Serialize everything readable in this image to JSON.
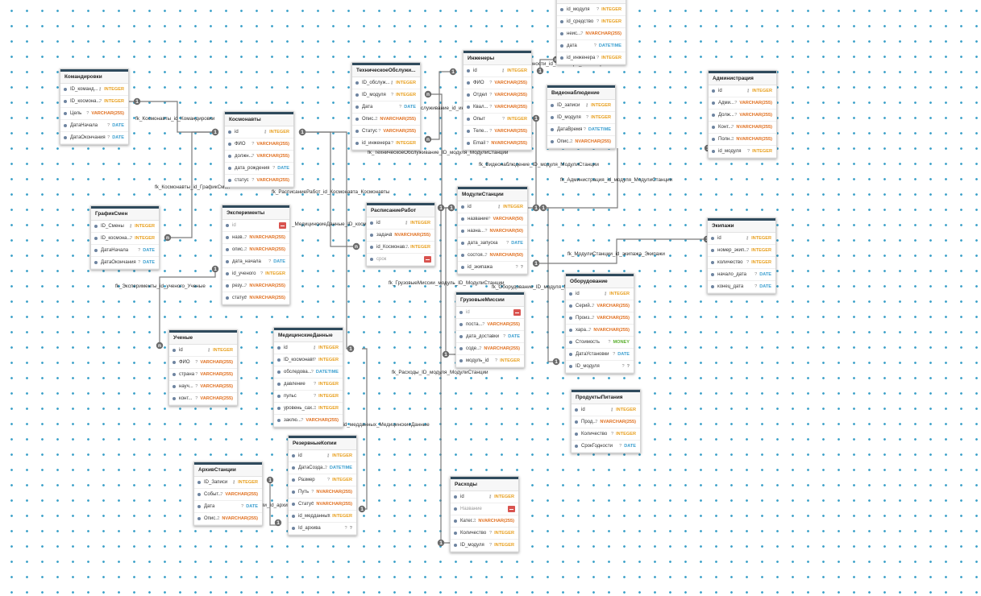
{
  "type_colors": {
    "INTEGER": "#e8a020",
    "VARCHAR": "#e07020",
    "NVARCHAR": "#e07020",
    "DATE": "#3ea0d0",
    "DATETIME": "#3ea0d0",
    "MONEY": "#5cb030",
    "unknown": "#888888"
  },
  "tables": [
    {
      "id": "komandirovki",
      "title": "Командировки",
      "rows": [
        {
          "name": "ID_команд...",
          "type": "INTEGER",
          "key": "pk"
        },
        {
          "name": "ID_космона...",
          "type": "INTEGER",
          "key": "fk"
        },
        {
          "name": "Цель",
          "type": "VARCHAR(255)",
          "key": "fk"
        },
        {
          "name": "ДатаНачала",
          "type": "DATE",
          "key": "fk"
        },
        {
          "name": "ДатаОкончания",
          "type": "DATE",
          "key": "fk"
        }
      ]
    },
    {
      "id": "kosmonavty",
      "title": "Космонавты",
      "rows": [
        {
          "name": "id",
          "type": "INTEGER",
          "key": "pk"
        },
        {
          "name": "ФИО",
          "type": "VARCHAR(255)",
          "key": "fk"
        },
        {
          "name": "должн...",
          "type": "VARCHAR(255)",
          "key": "fk"
        },
        {
          "name": "дата_рождения",
          "type": "DATE",
          "key": "fk"
        },
        {
          "name": "статус",
          "type": "VARCHAR(255)",
          "key": "fk"
        }
      ]
    },
    {
      "id": "grafiksmen",
      "title": "ГрафикСмен",
      "rows": [
        {
          "name": "ID_Смены",
          "type": "INTEGER",
          "key": "pk"
        },
        {
          "name": "ID_космона...",
          "type": "INTEGER",
          "key": "fk"
        },
        {
          "name": "ДатаНачала",
          "type": "DATE",
          "key": "fk"
        },
        {
          "name": "ДатаОкончания",
          "type": "DATE",
          "key": "fk"
        }
      ]
    },
    {
      "id": "eksperimenty",
      "title": "Эксперименты",
      "rows": [
        {
          "name": "id",
          "type": "",
          "key": "",
          "minus": true,
          "dim": true
        },
        {
          "name": "назв...",
          "type": "NVARCHAR(255)",
          "key": "fk"
        },
        {
          "name": "опис...",
          "type": "NVARCHAR(255)",
          "key": "fk"
        },
        {
          "name": "дата_начала",
          "type": "DATE",
          "key": "fk"
        },
        {
          "name": "id_ученого",
          "type": "INTEGER",
          "key": "fk"
        },
        {
          "name": "резу...",
          "type": "NVARCHAR(255)",
          "key": "fk"
        },
        {
          "name": "статус",
          "type": "NVARCHAR(255)",
          "key": "fk"
        }
      ]
    },
    {
      "id": "uchenye",
      "title": "Ученые",
      "rows": [
        {
          "name": "id",
          "type": "INTEGER",
          "key": "pk"
        },
        {
          "name": "ФИО",
          "type": "VARCHAR(255)",
          "key": "fk"
        },
        {
          "name": "страна",
          "type": "VARCHAR(255)",
          "key": "fk"
        },
        {
          "name": "науч...",
          "type": "VARCHAR(255)",
          "key": "fk"
        },
        {
          "name": "конт...",
          "type": "VARCHAR(255)",
          "key": "fk"
        }
      ]
    },
    {
      "id": "medicinskie",
      "title": "МедицинскиеДанные",
      "rows": [
        {
          "name": "id",
          "type": "INTEGER",
          "key": "pk"
        },
        {
          "name": "ID_космонавт",
          "type": "INTEGER",
          "key": "fk"
        },
        {
          "name": "обследова...",
          "type": "DATETIME",
          "key": "fk"
        },
        {
          "name": "давление",
          "type": "INTEGER",
          "key": "fk"
        },
        {
          "name": "пульс",
          "type": "INTEGER",
          "key": "fk"
        },
        {
          "name": "уровень_сах...",
          "type": "INTEGER",
          "key": "fk"
        },
        {
          "name": "заклю...",
          "type": "VARCHAR(255)",
          "key": "fk"
        }
      ]
    },
    {
      "id": "tehobsluzh",
      "title": "ТехническоеОбслужи...",
      "rows": [
        {
          "name": "ID_обслуж...",
          "type": "INTEGER",
          "key": "pk"
        },
        {
          "name": "ID_модуля",
          "type": "INTEGER",
          "key": "fk"
        },
        {
          "name": "Дата",
          "type": "DATE",
          "key": "fk"
        },
        {
          "name": "Опис...",
          "type": "NVARCHAR(255)",
          "key": "fk"
        },
        {
          "name": "Статус",
          "type": "VARCHAR(255)",
          "key": "fk"
        },
        {
          "name": "id_инженера",
          "type": "INTEGER",
          "key": "fk"
        }
      ]
    },
    {
      "id": "raspisanie",
      "title": "РасписаниеРабот",
      "rows": [
        {
          "name": "id",
          "type": "INTEGER",
          "key": "pk"
        },
        {
          "name": "задача",
          "type": "NVARCHAR(255)",
          "key": "fk"
        },
        {
          "name": "id_Космонав...",
          "type": "INTEGER",
          "key": "fk"
        },
        {
          "name": "срок",
          "type": "",
          "key": "",
          "minus": true,
          "dim": true
        }
      ]
    },
    {
      "id": "inzhenery",
      "title": "Инженеры",
      "rows": [
        {
          "name": "id",
          "type": "INTEGER",
          "key": "pk"
        },
        {
          "name": "ФИО",
          "type": "VARCHAR(255)",
          "key": "fk"
        },
        {
          "name": "Отдел",
          "type": "VARCHAR(255)",
          "key": "fk"
        },
        {
          "name": "Квал...",
          "type": "VARCHAR(255)",
          "key": "fk"
        },
        {
          "name": "Опыт",
          "type": "INTEGER",
          "key": "fk"
        },
        {
          "name": "Теле...",
          "type": "VARCHAR(255)",
          "key": "fk"
        },
        {
          "name": "Email",
          "type": "NVARCHAR(255)",
          "key": "fk"
        }
      ]
    },
    {
      "id": "ispolz",
      "title": "",
      "rows": [
        {
          "name": "id_модуля",
          "type": "INTEGER",
          "key": "fk"
        },
        {
          "name": "id_средство",
          "type": "INTEGER",
          "key": "fk"
        },
        {
          "name": "неис...",
          "type": "NVARCHAR(255)",
          "key": "fk"
        },
        {
          "name": "дата",
          "type": "DATETIME",
          "key": "fk"
        },
        {
          "name": "id_инженера",
          "type": "INTEGER",
          "key": "fk"
        }
      ]
    },
    {
      "id": "videonabl",
      "title": "Видеонаблюдение",
      "rows": [
        {
          "name": "ID_записи",
          "type": "INTEGER",
          "key": "pk"
        },
        {
          "name": "ID_модуля",
          "type": "INTEGER",
          "key": "fk"
        },
        {
          "name": "ДатаВремя",
          "type": "DATETIME",
          "key": "fk"
        },
        {
          "name": "Опис...",
          "type": "NVARCHAR(255)",
          "key": "fk"
        }
      ]
    },
    {
      "id": "administr",
      "title": "Администрация",
      "rows": [
        {
          "name": "id",
          "type": "INTEGER",
          "key": "pk"
        },
        {
          "name": "Адми...",
          "type": "VARCHAR(255)",
          "key": "fk"
        },
        {
          "name": "Долж...",
          "type": "VARCHAR(255)",
          "key": "fk"
        },
        {
          "name": "Конт...",
          "type": "NVARCHAR(255)",
          "key": "fk"
        },
        {
          "name": "Полн...",
          "type": "NVARCHAR(255)",
          "key": "fk"
        },
        {
          "name": "id_модуля",
          "type": "INTEGER",
          "key": "fk"
        }
      ]
    },
    {
      "id": "moduli",
      "title": "МодулиСтанции",
      "rows": [
        {
          "name": "id",
          "type": "INTEGER",
          "key": "pk"
        },
        {
          "name": "название",
          "type": "VARCHAR(50)",
          "key": "fk"
        },
        {
          "name": "назна...",
          "type": "NVARCHAR(50)",
          "key": "fk"
        },
        {
          "name": "дата_запуска",
          "type": "DATE",
          "key": "fk"
        },
        {
          "name": "состоя...",
          "type": "NVARCHAR(50)",
          "key": "fk"
        },
        {
          "name": "id_экипажа",
          "type": "?",
          "key": "fk"
        }
      ]
    },
    {
      "id": "ekipazhi",
      "title": "Экипажи",
      "rows": [
        {
          "name": "id",
          "type": "INTEGER",
          "key": "pk"
        },
        {
          "name": "номер_экип...",
          "type": "INTEGER",
          "key": "fk"
        },
        {
          "name": "количество",
          "type": "INTEGER",
          "key": "fk"
        },
        {
          "name": "начало_дата",
          "type": "DATE",
          "key": "fk"
        },
        {
          "name": "конец_дата",
          "type": "DATE",
          "key": "fk"
        }
      ]
    },
    {
      "id": "gruzovye",
      "title": "ГрузовыеМиссии",
      "rows": [
        {
          "name": "id",
          "type": "",
          "key": "",
          "minus": true,
          "dim": true
        },
        {
          "name": "поста...",
          "type": "VARCHAR(255)",
          "key": "fk"
        },
        {
          "name": "дата_доставки",
          "type": "DATE",
          "key": "fk"
        },
        {
          "name": "соде...",
          "type": "NVARCHAR(255)",
          "key": "fk"
        },
        {
          "name": "модуль_id",
          "type": "INTEGER",
          "key": "fk"
        }
      ]
    },
    {
      "id": "oborudovanie",
      "title": "Оборудование",
      "rows": [
        {
          "name": "id",
          "type": "INTEGER",
          "key": "pk"
        },
        {
          "name": "Серий...",
          "type": "VARCHAR(255)",
          "key": "fk"
        },
        {
          "name": "Произ...",
          "type": "VARCHAR(255)",
          "key": "fk"
        },
        {
          "name": "хара...",
          "type": "NVARCHAR(255)",
          "key": "fk"
        },
        {
          "name": "Стоимость",
          "type": "MONEY",
          "key": "fk"
        },
        {
          "name": "ДатаУстановки",
          "type": "DATE",
          "key": "fk"
        },
        {
          "name": "ID_модуля",
          "type": "?",
          "key": "fk"
        }
      ]
    },
    {
      "id": "produkty",
      "title": "ПродуктыПитания",
      "rows": [
        {
          "name": "id",
          "type": "INTEGER",
          "key": "pk"
        },
        {
          "name": "Прод...",
          "type": "NVARCHAR(255)",
          "key": "fk"
        },
        {
          "name": "Количество",
          "type": "INTEGER",
          "key": "fk"
        },
        {
          "name": "СрокГодности",
          "type": "DATE",
          "key": "fk"
        }
      ]
    },
    {
      "id": "rezervnye",
      "title": "РезервныеКопии",
      "rows": [
        {
          "name": "id",
          "type": "INTEGER",
          "key": "pk"
        },
        {
          "name": "ДатаСозда...",
          "type": "DATETIME",
          "key": "fk"
        },
        {
          "name": "Размер",
          "type": "INTEGER",
          "key": "fk"
        },
        {
          "name": "Путь",
          "type": "NVARCHAR(255)",
          "key": "fk"
        },
        {
          "name": "Статус",
          "type": "NVARCHAR(255)",
          "key": "fk"
        },
        {
          "name": "id_медданных",
          "type": "INTEGER",
          "key": "fk"
        },
        {
          "name": "Id_архива",
          "type": "?",
          "key": "fk"
        }
      ]
    },
    {
      "id": "arhiv",
      "title": "АрхивСтанции",
      "rows": [
        {
          "name": "ID_Записи",
          "type": "INTEGER",
          "key": "pk"
        },
        {
          "name": "Событ...",
          "type": "VARCHAR(255)",
          "key": "fk"
        },
        {
          "name": "Дата",
          "type": "DATE",
          "key": "fk"
        },
        {
          "name": "Опис...",
          "type": "NVARCHAR(255)",
          "key": "fk"
        }
      ]
    },
    {
      "id": "rashody",
      "title": "Расходы",
      "rows": [
        {
          "name": "id",
          "type": "INTEGER",
          "key": "pk"
        },
        {
          "name": "Название",
          "type": "",
          "key": "",
          "minus": true,
          "dim": true
        },
        {
          "name": "Катег...",
          "type": "NVARCHAR(255)",
          "key": "fk"
        },
        {
          "name": "Количество",
          "type": "INTEGER",
          "key": "fk"
        },
        {
          "name": "ID_модуля",
          "type": "INTEGER",
          "key": "fk"
        }
      ]
    }
  ],
  "relations": [
    {
      "id": "r1",
      "label": "fk_Космонавты_id_Командировки",
      "from": "1",
      "to": "1"
    },
    {
      "id": "r2",
      "label": "fk_Космонавты_id_ГрафикСмен",
      "from": "1",
      "to": "n"
    },
    {
      "id": "r3",
      "label": "fk_РасписаниеРабот_id_Космонавта_Космонавты",
      "from": "1",
      "to": "n"
    },
    {
      "id": "r4",
      "label": "_МедицинскиеДанные_ID_космо",
      "from": "1",
      "to": "n"
    },
    {
      "id": "r5",
      "label": "fk_Эксперименты_id_ученого_Ученые",
      "from": "1",
      "to": "n"
    },
    {
      "id": "r6",
      "label": "fk_ТехническоеОбслуживание_ID_модуля_МодулиСтанции",
      "from": "1",
      "to": "n"
    },
    {
      "id": "r7",
      "label": "служивание_id_инж",
      "from": "1",
      "to": "n"
    },
    {
      "id": "r8",
      "label": "зности_id_инженера_Инженеры",
      "from": "1",
      "to": "n"
    },
    {
      "id": "r9",
      "label": "fk_Видеонаблюдение_ID_модуля_МодулиСтанции",
      "from": "1",
      "to": "1"
    },
    {
      "id": "r10",
      "label": "fk_Администрация_id_модуля_МодулиСтанции",
      "from": "1",
      "to": "1"
    },
    {
      "id": "r11",
      "label": "fk_МодулиСтанции_id_экипажа_Экипажи",
      "from": "1",
      "to": "1"
    },
    {
      "id": "r12",
      "label": "fk_ГрузовыеМиссии_модуль_ID_МодулиСтанции",
      "from": "1",
      "to": "1"
    },
    {
      "id": "r13",
      "label": "fk_Оборудование_ID_модуля_М",
      "from": "1",
      "to": "1"
    },
    {
      "id": "r14",
      "label": "fk_Расходы_ID_модуля_МодулиСтанции",
      "from": "1",
      "to": "1"
    },
    {
      "id": "r15",
      "label": "fk_РезервныеКопии_id_медданных_МедицинскиеДанные",
      "from": "1",
      "to": "1"
    },
    {
      "id": "r16",
      "label": "пи_Id_архи",
      "from": "1",
      "to": "1"
    }
  ]
}
